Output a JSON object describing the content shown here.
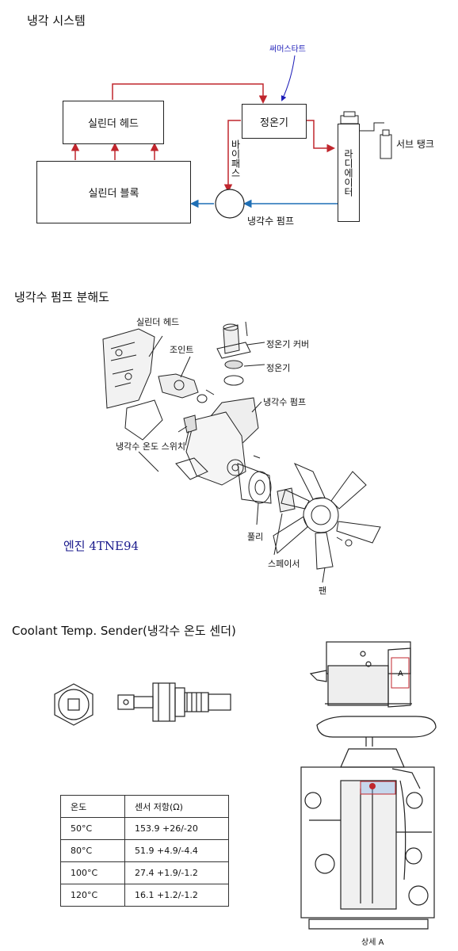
{
  "cooling_system": {
    "title": "냉각 시스템",
    "cylinder_head": "실린더 헤드",
    "cylinder_block": "실린더 블록",
    "thermostat": "정온기",
    "thermostat_note": "써머스타트",
    "bypass": "바이패스",
    "radiator": "라디에이터",
    "sub_tank": "서브 탱크",
    "coolant_pump": "냉각수 펌프",
    "colors": {
      "hot": "#c0262d",
      "cold": "#1f6fb5",
      "note": "#1c1cb8"
    }
  },
  "pump_exploded": {
    "title": "냉각수 펌프 분해도",
    "labels": {
      "cylinder_head": "실린더 헤드",
      "joint": "조인트",
      "thermostat_cover": "정온기 커버",
      "thermostat": "정온기",
      "coolant_pump": "냉각수 펌프",
      "temp_switch": "냉각수 온도 스위치",
      "pulley": "풀리",
      "spacer": "스페이서",
      "fan": "팬"
    },
    "engine": "엔진 4TNE94"
  },
  "sender": {
    "title": "Coolant Temp. Sender(냉각수 온도 센더)",
    "table": {
      "headers": [
        "온도",
        "센서 저항(Ω)"
      ],
      "rows": [
        [
          "50°C",
          "153.9 +26/-20"
        ],
        [
          "80°C",
          "51.9 +4.9/-4.4"
        ],
        [
          "100°C",
          "27.4 +1.9/-1.2"
        ],
        [
          "120°C",
          "16.1 +1.2/-1.2"
        ]
      ]
    },
    "detail_marker": "A",
    "detail_caption": "상세 A"
  }
}
